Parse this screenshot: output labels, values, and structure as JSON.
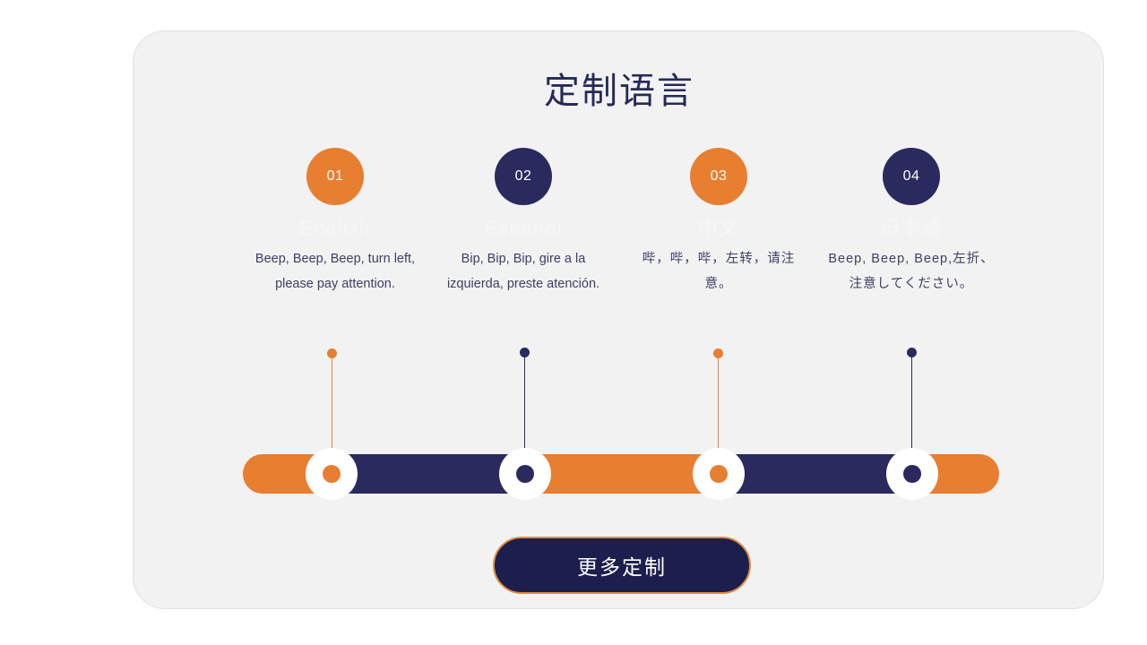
{
  "slide": {
    "title": "定制语言",
    "background_color": "#ffffff",
    "card_color": "#f2f2f2",
    "accent_orange": "#e87e30",
    "accent_navy": "#2a2a5e",
    "title_color": "#262a57"
  },
  "steps": [
    {
      "number": "01",
      "badge_color": "orange",
      "language": "English",
      "phrase": "Beep, Beep, Beep, turn left, please pay attention.",
      "cjk": false
    },
    {
      "number": "02",
      "badge_color": "navy",
      "language": "Español",
      "phrase": "Bip, Bip, Bip, gire a la izquierda, preste atención.",
      "cjk": false
    },
    {
      "number": "03",
      "badge_color": "orange",
      "language": "中文",
      "phrase": "哔，哔，哔，左转，请注意。",
      "cjk": true
    },
    {
      "number": "04",
      "badge_color": "navy",
      "language": "日本語",
      "phrase": "Beep, Beep, Beep,左折、注意してください。",
      "cjk": true
    }
  ],
  "progress_bar": {
    "segments": [
      {
        "color": "orange",
        "flex": 99
      },
      {
        "color": "navy",
        "flex": 216
      },
      {
        "color": "orange",
        "flex": 216
      },
      {
        "color": "navy",
        "flex": 216
      },
      {
        "color": "orange",
        "flex": 97
      }
    ],
    "nodes": [
      {
        "color": "orange"
      },
      {
        "color": "navy"
      },
      {
        "color": "orange"
      },
      {
        "color": "navy"
      }
    ]
  },
  "cta": {
    "label": "更多定制"
  }
}
